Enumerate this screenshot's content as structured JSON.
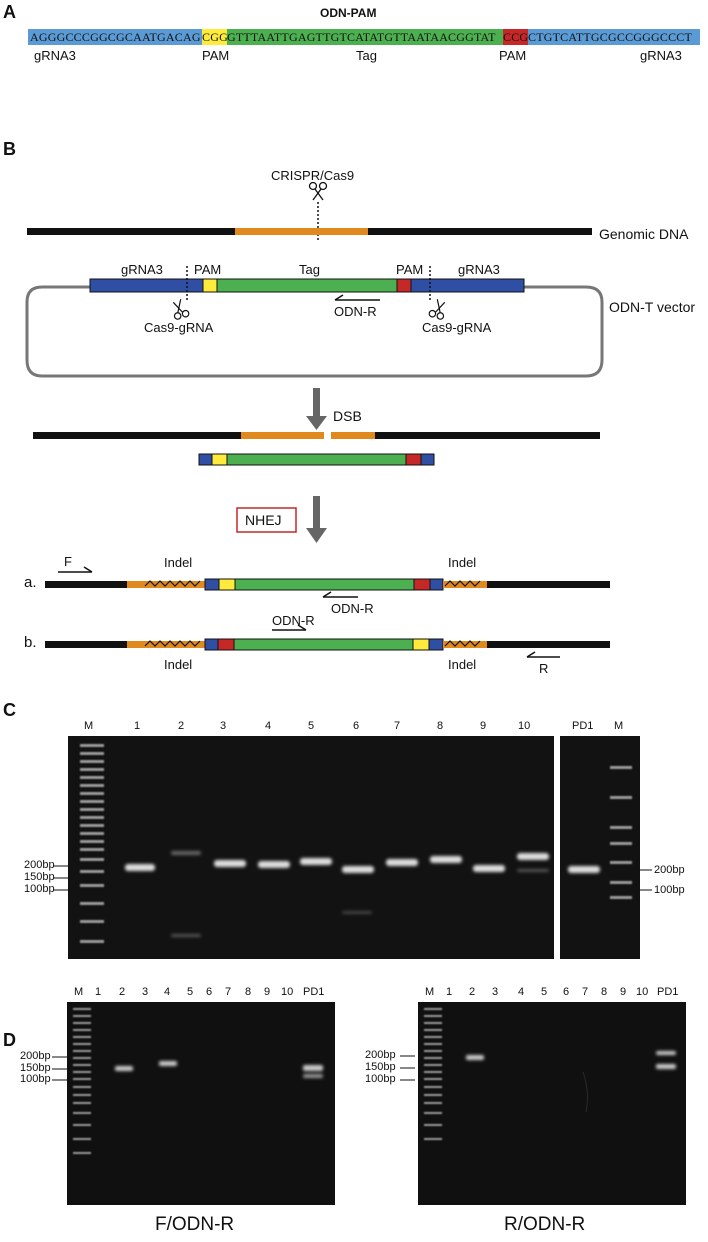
{
  "panel_a": {
    "letter": "A",
    "title": "ODN-PAM",
    "seq_gRNA3_left": "AGGGCCCGGCGCAATGACAG",
    "seq_pam_left": "CGG",
    "seq_tag": "GTTTAATTGAGTTGTCATATGTTAATAACGGTAT",
    "seq_pam_right": "CCG",
    "seq_gRNA3_right": "CTGTCATTGCGCCGGGCCCT",
    "labels": [
      "gRNA3",
      "PAM",
      "Tag",
      "PAM",
      "gRNA3"
    ]
  },
  "panel_b": {
    "letter": "B",
    "crispr_label": "CRISPR/Cas9",
    "genomic_label": "Genomic DNA",
    "vector_label": "ODN-T vector",
    "vector_gRNA3_left": "gRNA3",
    "vector_pam_left": "PAM",
    "vector_tag": "Tag",
    "vector_pam_right": "PAM",
    "vector_gRNA3_right": "gRNA3",
    "odn_r": "ODN-R",
    "cas9_left": "Cas9-gRNA",
    "cas9_right": "Cas9-gRNA",
    "dsb": "DSB",
    "nhej": "NHEJ",
    "row_a": "a.",
    "row_b": "b.",
    "primer_f": "F",
    "primer_r": "R",
    "indel_a_left": "Indel",
    "indel_a_right": "Indel",
    "indel_b_left": "Indel",
    "indel_b_right": "Indel",
    "odn_r_a": "ODN-R",
    "odn_r_b": "ODN-R"
  },
  "panel_c": {
    "letter": "C",
    "lane_labels": [
      "M",
      "1",
      "2",
      "3",
      "4",
      "5",
      "6",
      "7",
      "8",
      "9",
      "10"
    ],
    "lane_labels_right": [
      "PD1",
      "M"
    ],
    "size_left": [
      "200bp",
      "150bp",
      "100bp"
    ],
    "size_right": [
      "200bp",
      "100bp"
    ]
  },
  "panel_d": {
    "letter": "D",
    "left_lanes": [
      "M",
      "1",
      "2",
      "3",
      "4",
      "5",
      "6",
      "7",
      "8",
      "9",
      "10",
      "PD1"
    ],
    "right_lanes": [
      "M",
      "1",
      "2",
      "3",
      "4",
      "5",
      "6",
      "7",
      "8",
      "9",
      "10",
      "PD1"
    ],
    "size_left": [
      "200bp",
      "150bp",
      "100bp"
    ],
    "size_right": [
      "200bp",
      "150bp",
      "100bp"
    ],
    "left_caption": "F/ODN-R",
    "right_caption": "R/ODN-R"
  },
  "colors": {
    "gRNA3_light": "#5b9bd5",
    "gRNA3_dark": "#2e4fa3",
    "pam_yellow": "#ffeb3b",
    "pam_red": "#c62828",
    "tag_green": "#4caf50",
    "genomic_orange": "#e08a1e",
    "nhej_red": "#c62828"
  }
}
